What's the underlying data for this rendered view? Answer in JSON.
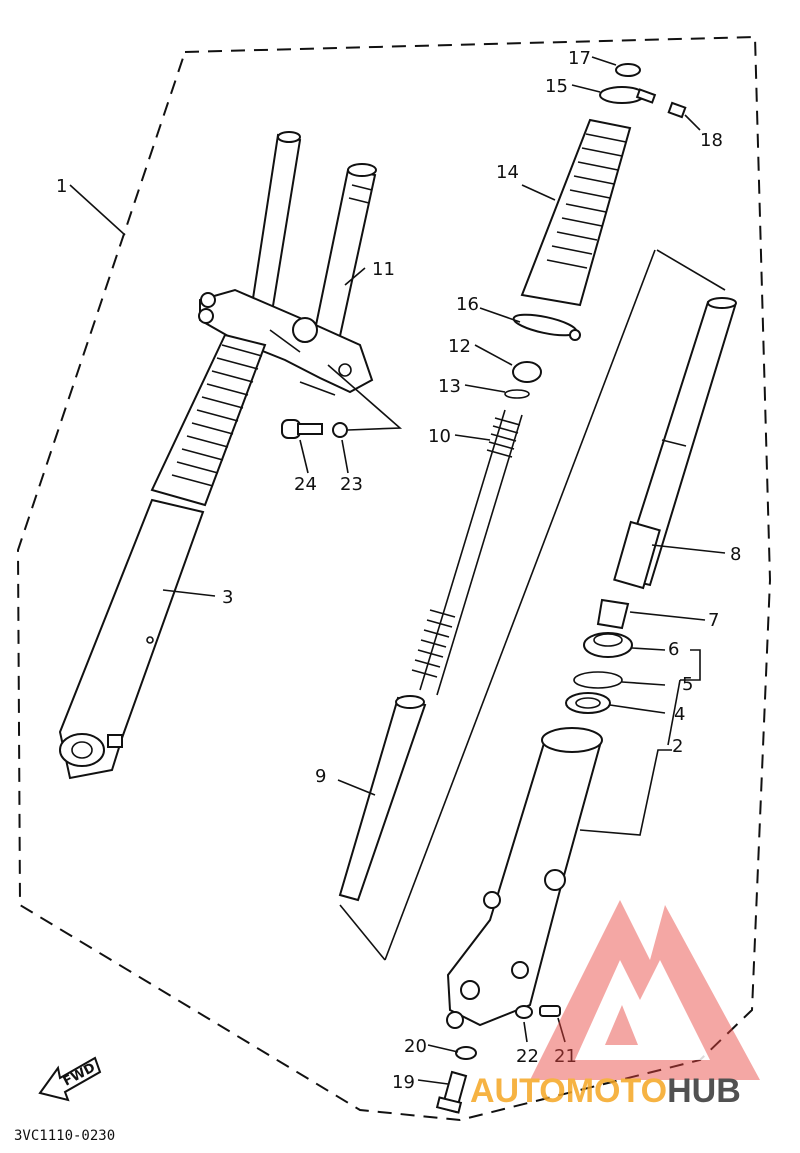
{
  "diagram": {
    "callouts": [
      "1",
      "2",
      "3",
      "4",
      "5",
      "6",
      "7",
      "8",
      "9",
      "10",
      "11",
      "12",
      "13",
      "14",
      "15",
      "16",
      "17",
      "18",
      "19",
      "20",
      "21",
      "22",
      "23",
      "24"
    ],
    "direction_label": "FWD",
    "diagram_code": "3VC1110-0230"
  },
  "watermark": {
    "word_part1": "AUTO",
    "word_part2": "MOTO",
    "word_part3": "HUB",
    "colors": {
      "orange": "#f5a623",
      "red": "#e8413c",
      "dark": "#333333"
    }
  }
}
